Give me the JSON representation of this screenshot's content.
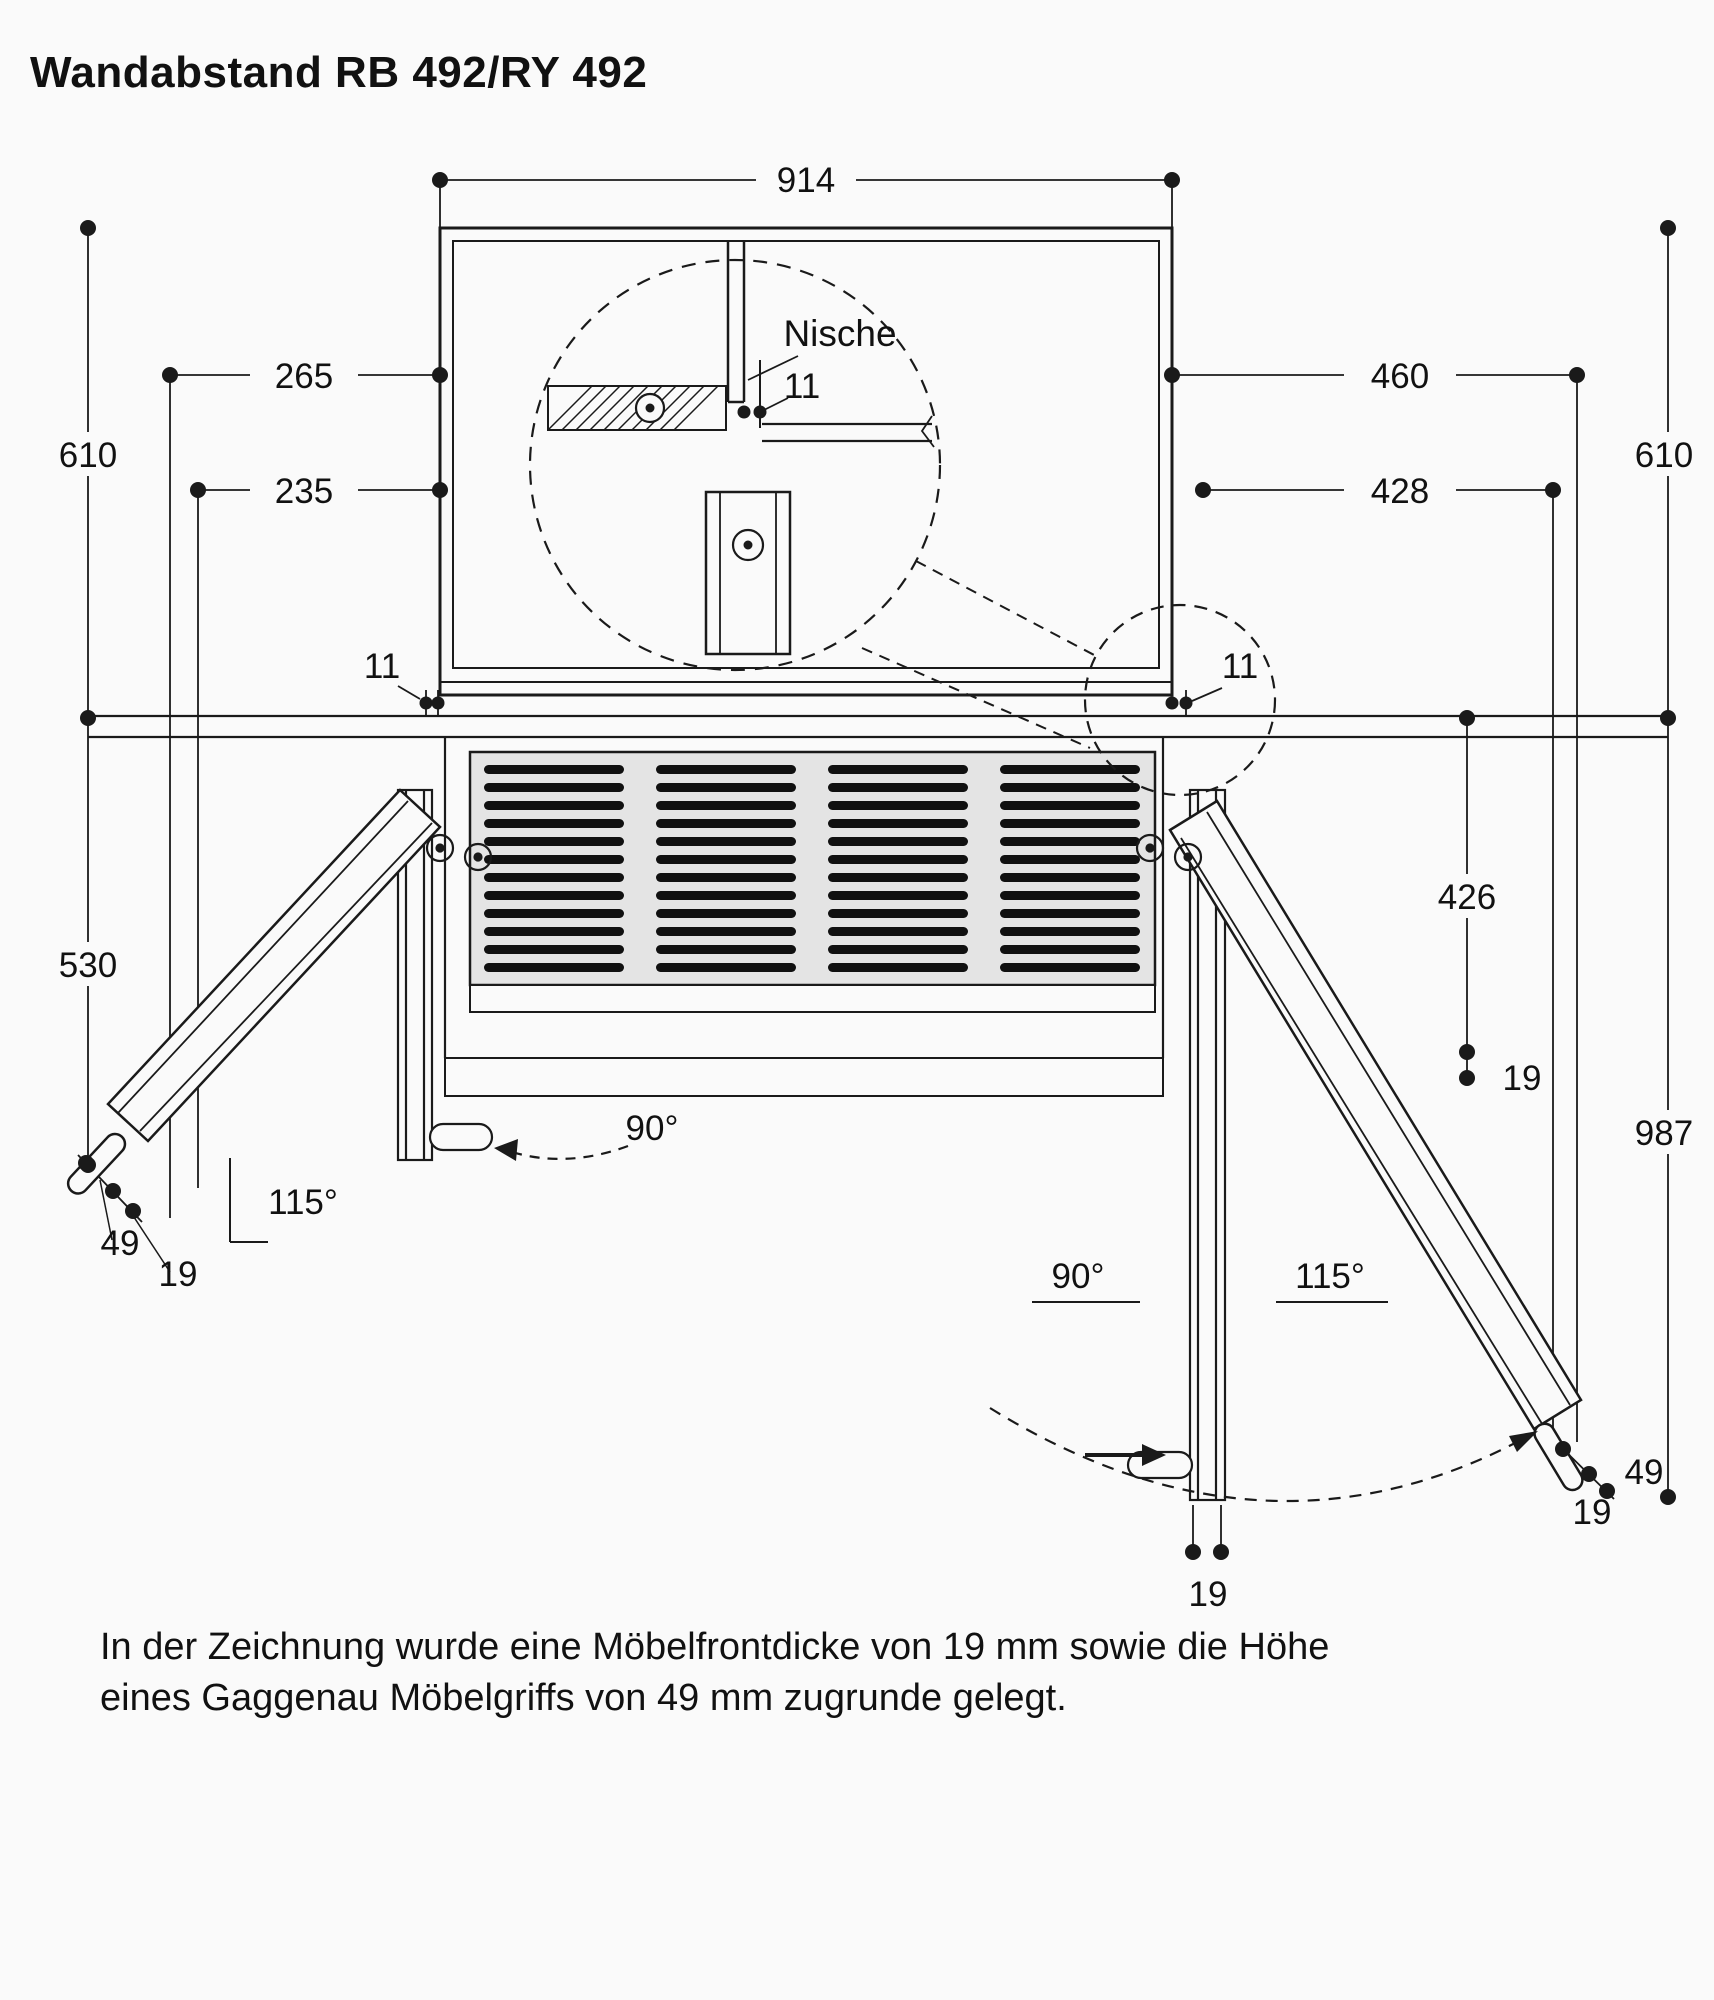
{
  "header": {
    "title": "Wandabstand RB 492/RY 492"
  },
  "footnote": {
    "line1": "In der Zeichnung wurde eine Möbelfrontdicke von 19 mm sowie die Höhe",
    "line2": "eines Gaggenau Möbelgriffs von 49 mm zugrunde gelegt."
  },
  "drawing": {
    "detail_label": "Nische",
    "dims": {
      "overall_width": "914",
      "wall_offset_left_outer": "265",
      "wall_offset_left_inner": "235",
      "wall_offset_right_outer": "460",
      "wall_offset_right_inner": "428",
      "height_upper_left": "610",
      "height_upper_right": "610",
      "niche_gap": "11",
      "gap_bottom_left": "11",
      "gap_bottom_right": "11",
      "door_height_left": "530",
      "clearance_right": "426",
      "front_thickness_right_upper": "19",
      "overall_height_right": "987",
      "angle_square_left": "90°",
      "angle_open_left": "115°",
      "handle_depth_left": "49",
      "front_thickness_left": "19",
      "angle_square_right": "90°",
      "angle_open_right": "115°",
      "handle_depth_right": "49",
      "front_thickness_right": "19",
      "front_thickness_bottom": "19"
    }
  }
}
